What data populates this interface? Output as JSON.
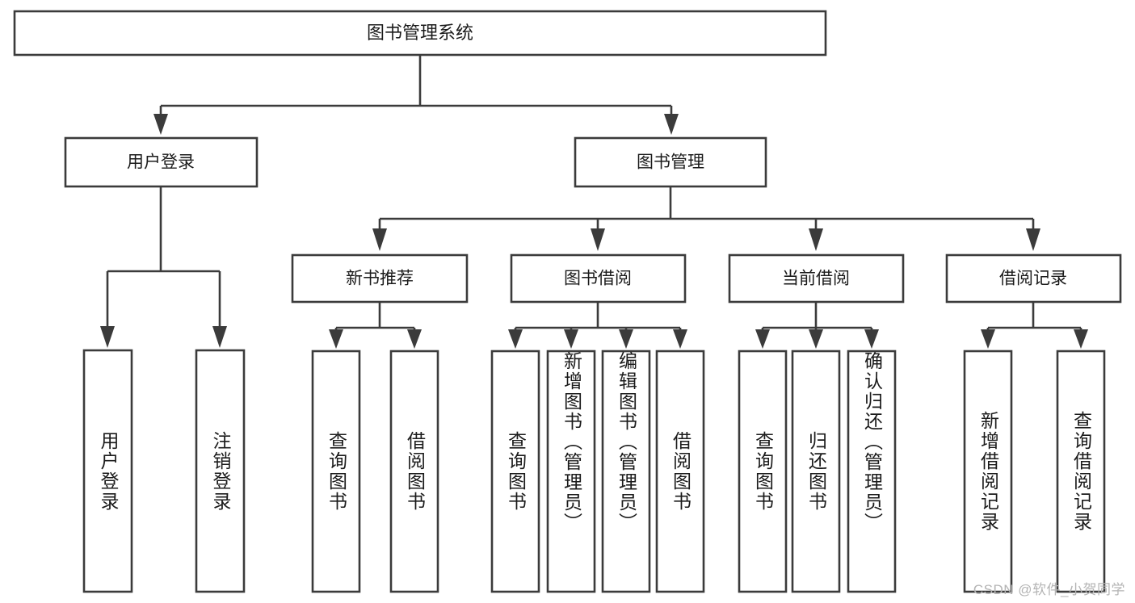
{
  "diagram": {
    "type": "tree-hierarchy",
    "title": "图书管理系统",
    "watermark": "CSDN @软件_小贺同学",
    "colors": {
      "stroke": "#3b3b3b",
      "fill": "#ffffff",
      "text": "#1b1b1b",
      "watermark": "#b4b4b4",
      "background": "#ffffff"
    },
    "root": {
      "label": "图书管理系统"
    },
    "level2": [
      {
        "label": "用户登录"
      },
      {
        "label": "图书管理"
      }
    ],
    "level3": [
      {
        "label": "新书推荐"
      },
      {
        "label": "图书借阅"
      },
      {
        "label": "当前借阅"
      },
      {
        "label": "借阅记录"
      }
    ],
    "leaves": {
      "user_login": [
        {
          "label": "用户登录"
        },
        {
          "label": "注销登录"
        }
      ],
      "new_book": [
        {
          "label": "查询图书"
        },
        {
          "label": "借阅图书"
        }
      ],
      "book_borrow": [
        {
          "label": "查询图书"
        },
        {
          "label": "新增图书（管理员）"
        },
        {
          "label": "编辑图书（管理员）"
        },
        {
          "label": "借阅图书"
        }
      ],
      "current_borrow": [
        {
          "label": "查询图书"
        },
        {
          "label": "归还图书"
        },
        {
          "label": "确认归还（管理员）"
        }
      ],
      "borrow_record": [
        {
          "label": "新增借阅记录"
        },
        {
          "label": "查询借阅记录"
        }
      ]
    }
  }
}
